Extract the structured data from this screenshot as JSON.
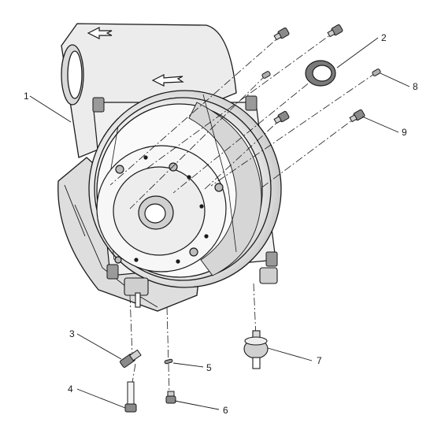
{
  "diagram": {
    "callouts": [
      {
        "id": "c1",
        "label": "1"
      },
      {
        "id": "c2",
        "label": "2"
      },
      {
        "id": "c3",
        "label": "3"
      },
      {
        "id": "c4",
        "label": "4"
      },
      {
        "id": "c5",
        "label": "5"
      },
      {
        "id": "c6",
        "label": "6"
      },
      {
        "id": "c7",
        "label": "7"
      },
      {
        "id": "c8",
        "label": "8"
      },
      {
        "id": "c9",
        "label": "9"
      }
    ],
    "colors": {
      "line": "#1a1a1a",
      "shade_light": "#e6e6e6",
      "shade_mid": "#cccccc",
      "shade_dark": "#9a9a9a"
    }
  }
}
